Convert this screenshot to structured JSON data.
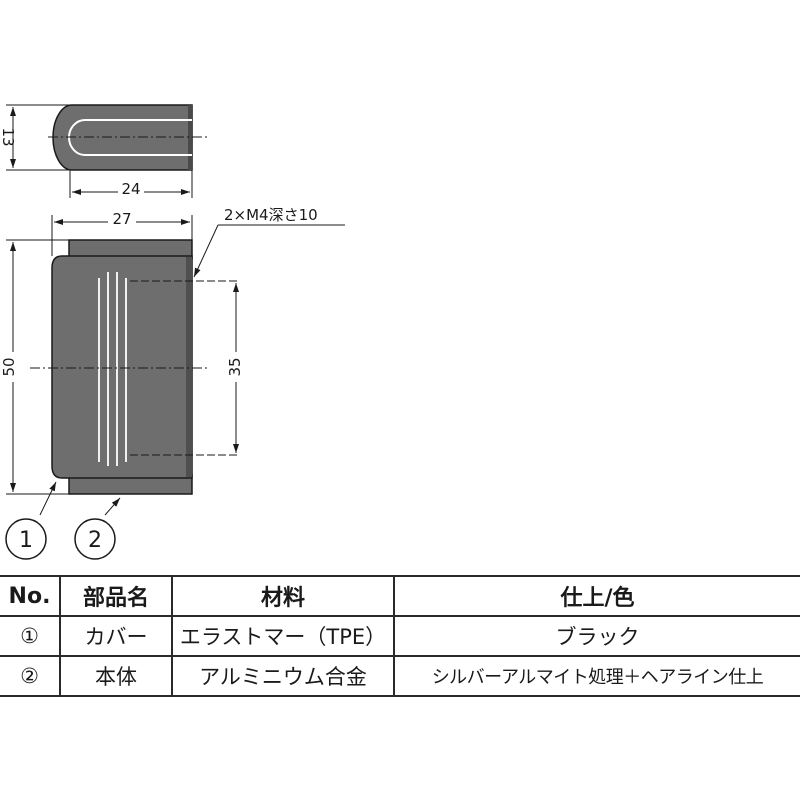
{
  "drawing": {
    "dimensions": {
      "height_top": "13",
      "width_top": "24",
      "width_front": "27",
      "height_front": "50",
      "hole_pitch": "35",
      "hole_note": "2×M4深さ10"
    },
    "callouts": [
      "1",
      "2"
    ]
  },
  "table": {
    "headers": [
      "No.",
      "部品名",
      "材料",
      "仕上/色"
    ],
    "rows": [
      [
        "①",
        "カバー",
        "エラストマー（TPE）",
        "ブラック"
      ],
      [
        "②",
        "本体",
        "アルミニウム合金",
        "シルバーアルマイト処理＋ヘアライン仕上"
      ]
    ]
  },
  "colors": {
    "part_fill": "#6e6e6e",
    "part_dark": "#4a4a4a",
    "line": "#1a1a1a"
  }
}
